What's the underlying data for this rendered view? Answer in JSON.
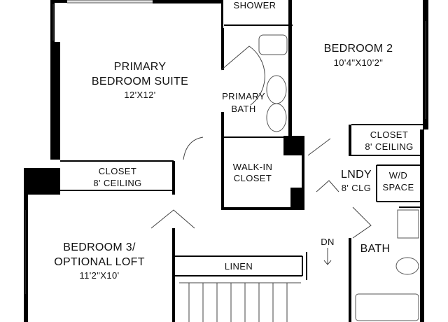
{
  "rooms": {
    "shower": "SHOWER",
    "bedroom2_name": "BEDROOM 2",
    "bedroom2_size": "10'4\"X10'2\"",
    "primary_name_1": "PRIMARY",
    "primary_name_2": "BEDROOM SUITE",
    "primary_size": "12'X12'",
    "primary_bath_1": "PRIMARY",
    "primary_bath_2": "BATH",
    "closet_right_1": "CLOSET",
    "closet_right_2": "8' CEILING",
    "closet_left_1": "CLOSET",
    "closet_left_2": "8' CEILING",
    "walkin_1": "WALK-IN",
    "walkin_2": "CLOSET",
    "lndy_1": "LNDY",
    "lndy_2": "8' CLG",
    "wd_1": "W/D",
    "wd_2": "SPACE",
    "dn": "DN",
    "bath": "BATH",
    "bedroom3_1": "BEDROOM 3/",
    "bedroom3_2": "OPTIONAL LOFT",
    "bedroom3_size": "11'2\"X10'",
    "linen": "LINEN"
  },
  "colors": {
    "wall": "#000000",
    "background": "#ffffff",
    "text": "#111111"
  }
}
